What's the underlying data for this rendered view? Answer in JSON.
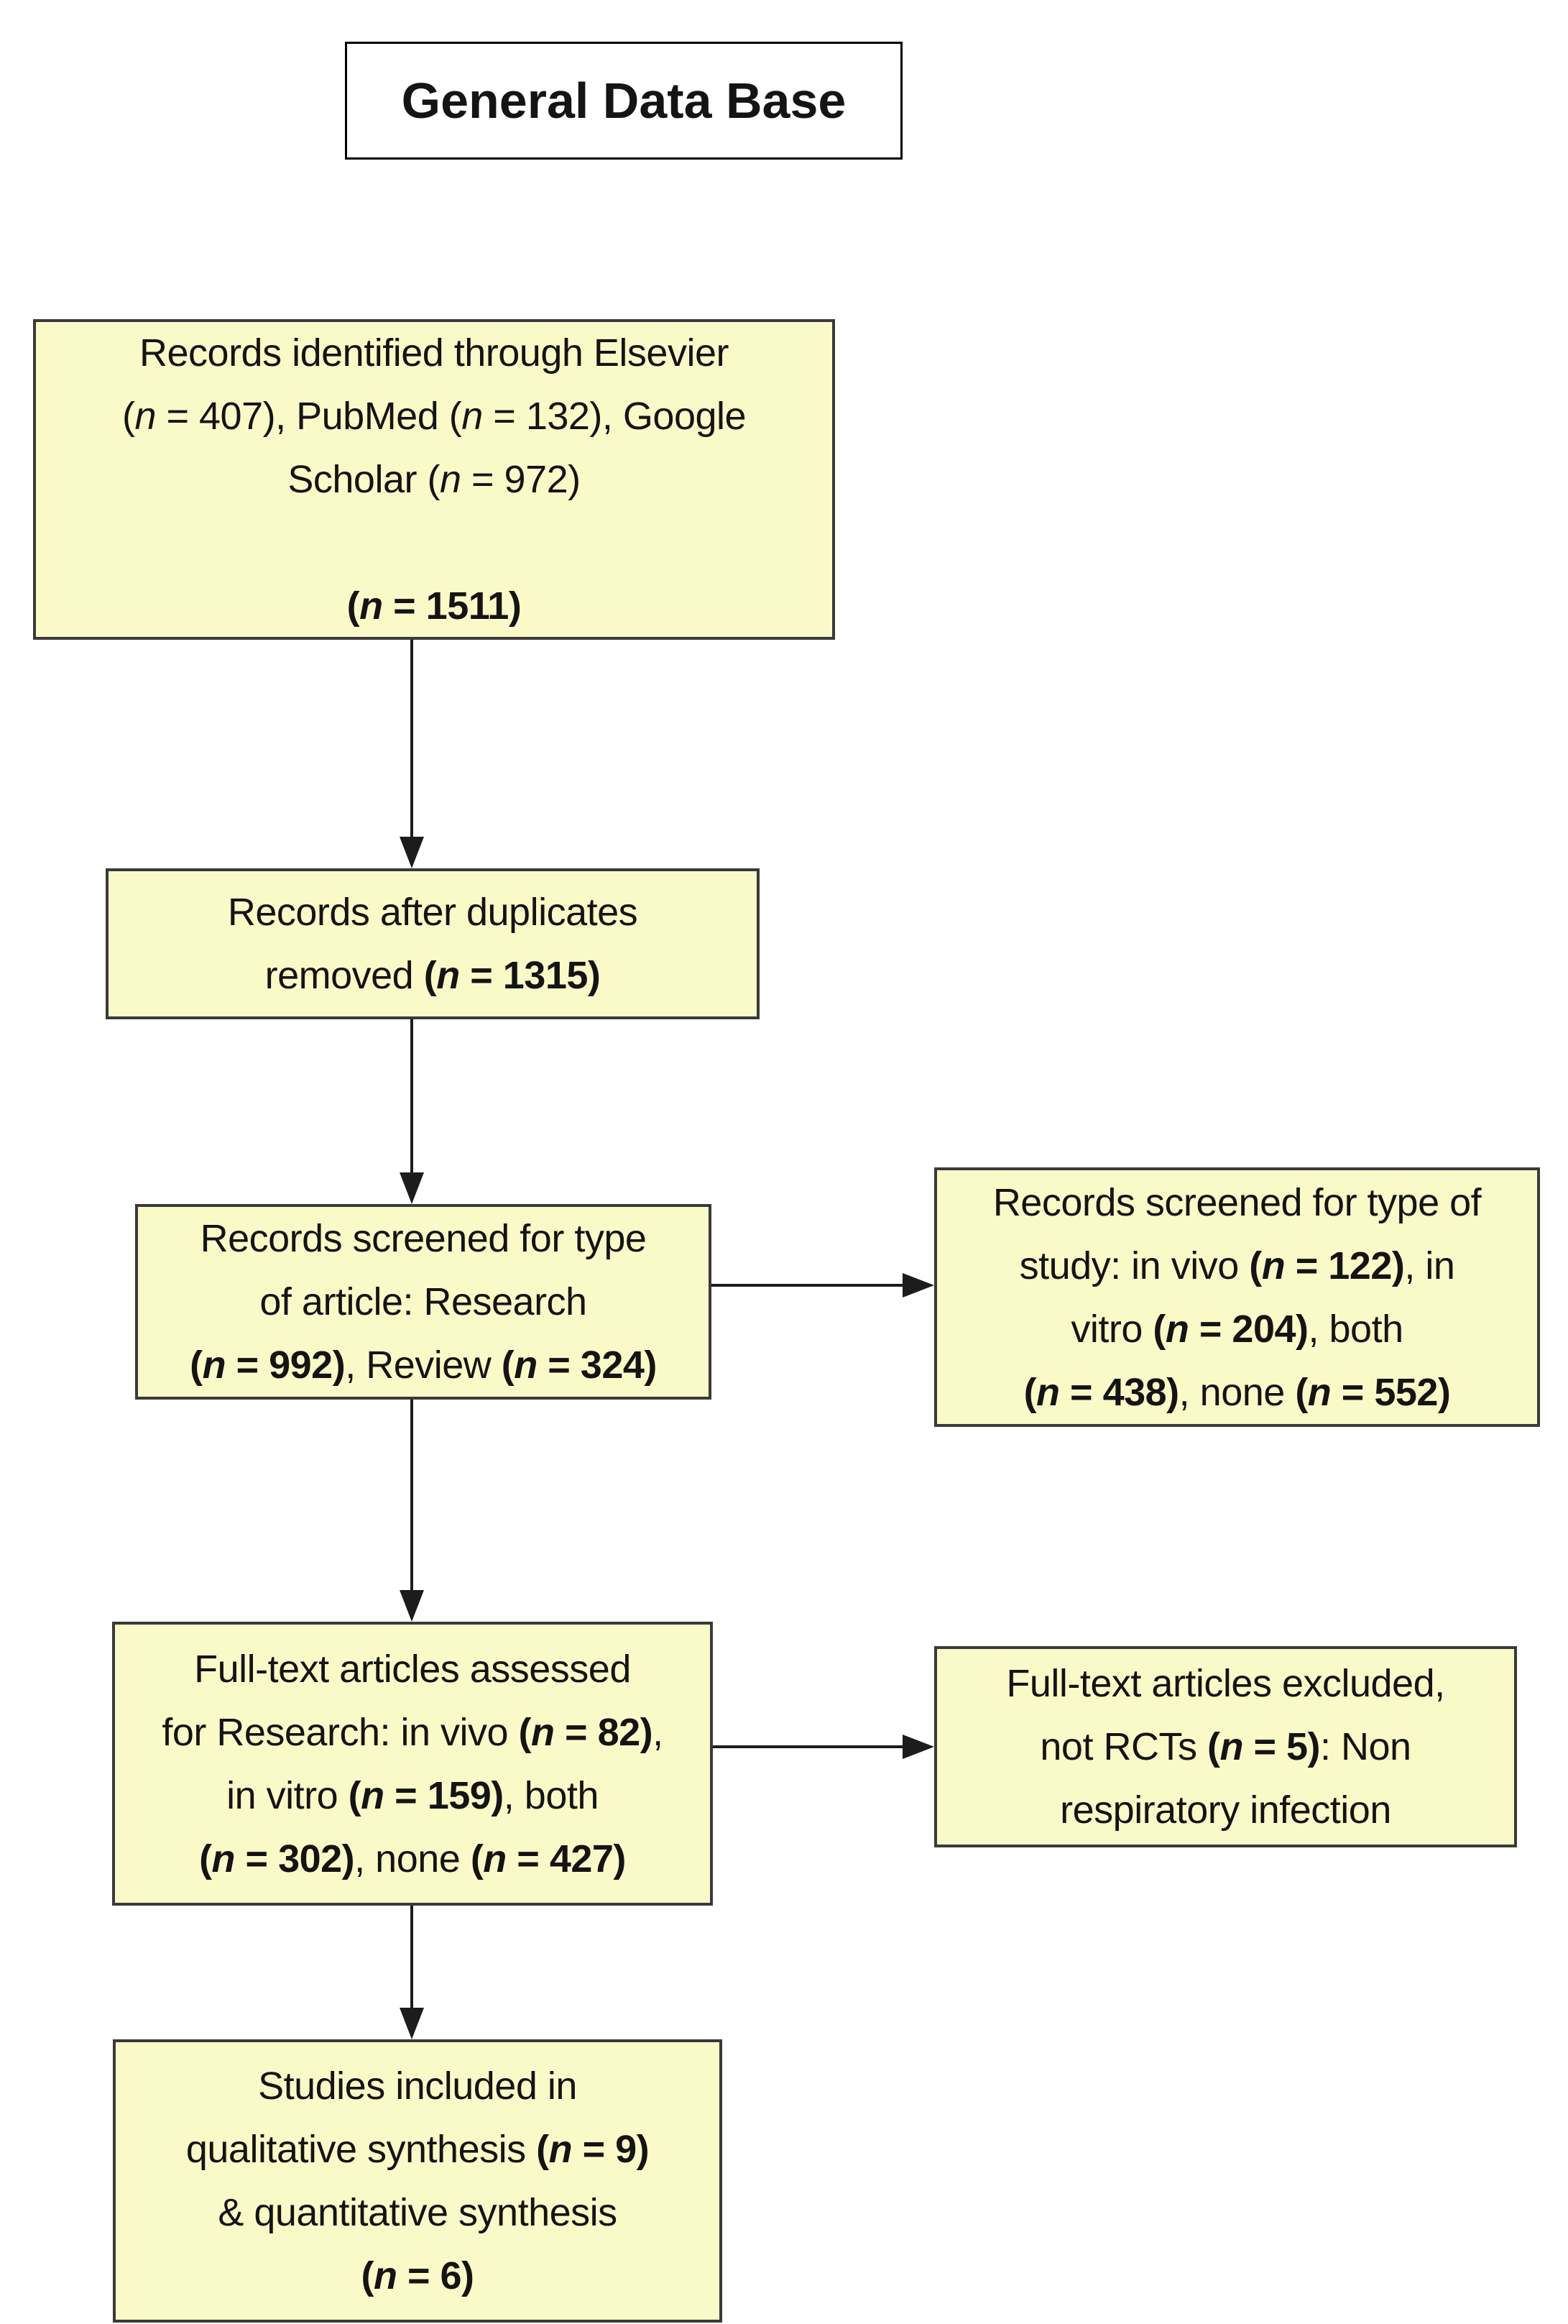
{
  "flow": {
    "title": "General Data Base",
    "colors": {
      "box_fill": "#FAF9C8",
      "box_border": "#3A3A3A",
      "arrow": "#1C1C1C",
      "title_border": "#000000"
    },
    "boxes": {
      "identification": {
        "lines": [
          [
            {
              "t": "Records identified through Elsevier"
            }
          ],
          [
            {
              "t": "("
            },
            {
              "t": "n",
              "i": true
            },
            {
              "t": " = 407), PubMed ("
            },
            {
              "t": "n",
              "i": true
            },
            {
              "t": " = 132), Google"
            }
          ],
          [
            {
              "t": "Scholar ("
            },
            {
              "t": "n",
              "i": true
            },
            {
              "t": " = 972)"
            }
          ],
          [
            {
              "t": ""
            }
          ],
          [
            {
              "t": "(",
              "b": true
            },
            {
              "t": "n",
              "b": true,
              "i": true
            },
            {
              "t": " = 1511)",
              "b": true
            }
          ]
        ]
      },
      "duplicates_removed": {
        "lines": [
          [
            {
              "t": "Records after duplicates"
            }
          ],
          [
            {
              "t": "removed "
            },
            {
              "t": "(",
              "b": true
            },
            {
              "t": "n",
              "b": true,
              "i": true
            },
            {
              "t": " = 1315)",
              "b": true
            }
          ]
        ]
      },
      "screened_article": {
        "lines": [
          [
            {
              "t": "Records screened for type"
            }
          ],
          [
            {
              "t": "of article: Research"
            }
          ],
          [
            {
              "t": "(",
              "b": true
            },
            {
              "t": "n",
              "b": true,
              "i": true
            },
            {
              "t": " = 992)",
              "b": true
            },
            {
              "t": ", Review "
            },
            {
              "t": "(",
              "b": true
            },
            {
              "t": "n",
              "b": true,
              "i": true
            },
            {
              "t": " = 324)",
              "b": true
            }
          ]
        ]
      },
      "screened_study": {
        "lines": [
          [
            {
              "t": "Records screened for type of"
            }
          ],
          [
            {
              "t": "study: in vivo "
            },
            {
              "t": "(",
              "b": true
            },
            {
              "t": "n",
              "b": true,
              "i": true
            },
            {
              "t": " = 122)",
              "b": true
            },
            {
              "t": ", in"
            }
          ],
          [
            {
              "t": "vitro "
            },
            {
              "t": "(",
              "b": true
            },
            {
              "t": "n",
              "b": true,
              "i": true
            },
            {
              "t": " = 204)",
              "b": true
            },
            {
              "t": ", both"
            }
          ],
          [
            {
              "t": "(",
              "b": true
            },
            {
              "t": "n",
              "b": true,
              "i": true
            },
            {
              "t": " = 438)",
              "b": true
            },
            {
              "t": ", none "
            },
            {
              "t": "(",
              "b": true
            },
            {
              "t": "n",
              "b": true,
              "i": true
            },
            {
              "t": " = 552)",
              "b": true
            }
          ]
        ]
      },
      "fulltext_assessed": {
        "lines": [
          [
            {
              "t": "Full-text articles assessed"
            }
          ],
          [
            {
              "t": "for Research: in vivo "
            },
            {
              "t": "(",
              "b": true
            },
            {
              "t": "n",
              "b": true,
              "i": true
            },
            {
              "t": " = 82)",
              "b": true
            },
            {
              "t": ","
            }
          ],
          [
            {
              "t": "in vitro "
            },
            {
              "t": "(",
              "b": true
            },
            {
              "t": "n",
              "b": true,
              "i": true
            },
            {
              "t": " = 159)",
              "b": true
            },
            {
              "t": ", both"
            }
          ],
          [
            {
              "t": "(",
              "b": true
            },
            {
              "t": "n",
              "b": true,
              "i": true
            },
            {
              "t": " = 302)",
              "b": true
            },
            {
              "t": ", none "
            },
            {
              "t": "(",
              "b": true
            },
            {
              "t": "n",
              "b": true,
              "i": true
            },
            {
              "t": " = 427)",
              "b": true
            }
          ]
        ]
      },
      "fulltext_excluded": {
        "lines": [
          [
            {
              "t": "Full-text articles excluded,"
            }
          ],
          [
            {
              "t": "not RCTs "
            },
            {
              "t": "(",
              "b": true
            },
            {
              "t": "n",
              "b": true,
              "i": true
            },
            {
              "t": " = 5)",
              "b": true
            },
            {
              "t": ": Non"
            }
          ],
          [
            {
              "t": "respiratory infection"
            }
          ]
        ]
      },
      "included": {
        "lines": [
          [
            {
              "t": "Studies included in"
            }
          ],
          [
            {
              "t": "qualitative synthesis "
            },
            {
              "t": "(",
              "b": true
            },
            {
              "t": "n",
              "b": true,
              "i": true
            },
            {
              "t": " = 9)",
              "b": true
            }
          ],
          [
            {
              "t": "& quantitative synthesis"
            }
          ],
          [
            {
              "t": "(",
              "b": true
            },
            {
              "t": "n",
              "b": true,
              "i": true
            },
            {
              "t": " = 6)",
              "b": true
            }
          ]
        ]
      }
    }
  }
}
